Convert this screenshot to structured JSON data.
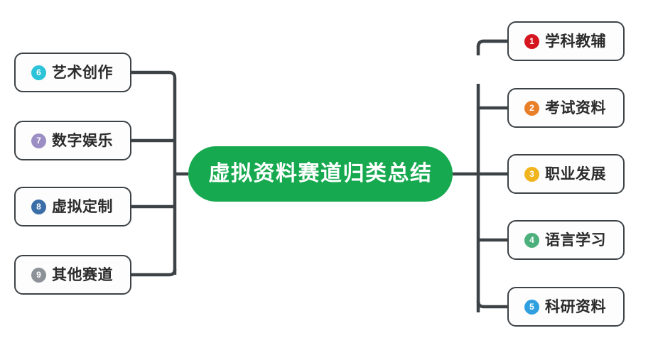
{
  "diagram": {
    "type": "mind-map",
    "title": "虚拟资料赛道归类总结",
    "root": {
      "label": "虚拟资料赛道归类总结",
      "color": "#16a94f",
      "text_color": "#ffffff"
    },
    "connector_color": "#3d4246",
    "node_border_color": "#3d4246",
    "node_fill_color": "#fdfdfd",
    "node_text_color": "#2b2b2b",
    "branches": {
      "right": [
        {
          "number": "1",
          "label": "学科教辅",
          "badge_color": "#d5161f"
        },
        {
          "number": "2",
          "label": "考试资料",
          "badge_color": "#e8802a"
        },
        {
          "number": "3",
          "label": "职业发展",
          "badge_color": "#f0b41e"
        },
        {
          "number": "4",
          "label": "语言学习",
          "badge_color": "#4cb07c"
        },
        {
          "number": "5",
          "label": "科研资料",
          "badge_color": "#2f9fe0"
        }
      ],
      "left": [
        {
          "number": "6",
          "label": "艺术创作",
          "badge_color": "#2cc2d8"
        },
        {
          "number": "7",
          "label": "数字娱乐",
          "badge_color": "#9b8ec4"
        },
        {
          "number": "8",
          "label": "虚拟定制",
          "badge_color": "#3a6ea8"
        },
        {
          "number": "9",
          "label": "其他赛道",
          "badge_color": "#8d9298"
        }
      ]
    }
  }
}
